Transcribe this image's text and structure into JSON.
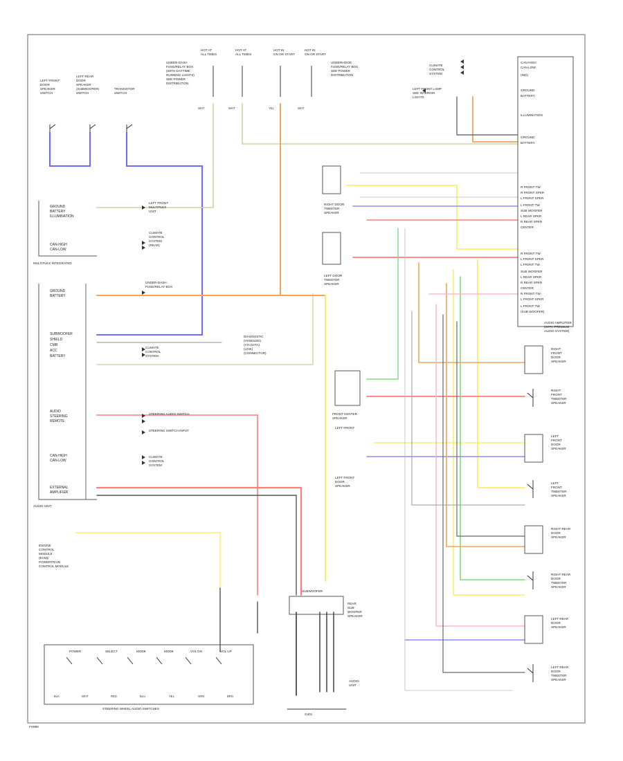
{
  "diagram": {
    "footer_code": "FH996",
    "components": {
      "ml_label": "MULTIPLEX INTEGRATED",
      "ad_label": "AUDIO UNIT",
      "sr_label": "SUBWOOFER",
      "sw_label": "STEERING WHEEL AUDIO SWITCHES",
      "gnd_label": "G401"
    },
    "colors": {
      "blue": "#6b6bff",
      "orange": "#f5a15a",
      "yellow": "#f7f06a",
      "red": "#ff7b7b",
      "green": "#7ed87e",
      "tan": "#e2d8a8",
      "pink": "#f6b6d0",
      "gray": "#b8b8b8",
      "dark": "#333333"
    }
  }
}
